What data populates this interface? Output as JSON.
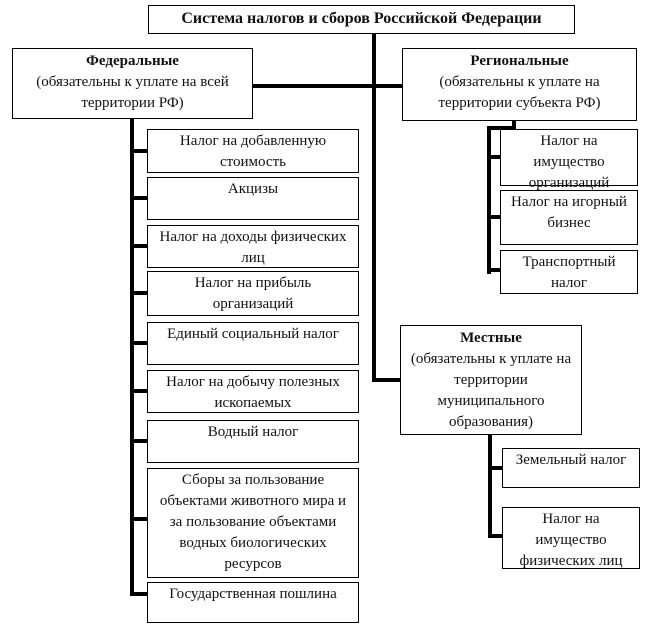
{
  "title": "Система налогов и сборов Российской Федерации",
  "groups": [
    {
      "name": "Федеральные",
      "note": "(обязательны к уплате на всей территории РФ)",
      "items": [
        "Налог на добавленную стоимость",
        "Акцизы",
        "Налог на доходы физических лиц",
        "Налог на прибыль организаций",
        "Единый социальный налог",
        "Налог на добычу полезных ископаемых",
        "Водный налог",
        "Сборы за пользование объектами животного мира и за пользование объектами водных биологических ресурсов",
        "Государственная пошлина"
      ]
    },
    {
      "name": "Региональные",
      "note": "(обязательны к уплате на территории субъекта РФ)",
      "items": [
        "Налог на имущество организаций",
        "Налог на игорный бизнес",
        "Транспортный налог"
      ]
    },
    {
      "name": "Местные",
      "note": "(обязательны к уплате на территории муниципального образования)",
      "items": [
        "Земельный налог",
        "Налог на имущество физических лиц"
      ]
    }
  ],
  "colors": {
    "background": "#ffffff",
    "border": "#000000",
    "connector": "#000000",
    "text": "#111111"
  }
}
